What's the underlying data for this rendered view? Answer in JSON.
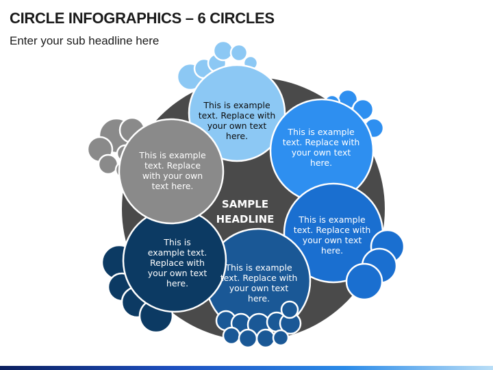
{
  "header": {
    "title": "CIRCLE INFOGRAPHICS – 6 CIRCLES",
    "subtitle": "Enter your sub headline here"
  },
  "center": {
    "label": "SAMPLE\nHEADLINE",
    "color": "#4a4a4a"
  },
  "circles": [
    {
      "id": "top",
      "color": "#8cc8f4",
      "text": "This is example\ntext. Replace with\nyour own text\nhere."
    },
    {
      "id": "upper-right",
      "color": "#2e8ff0",
      "text": "This is example\ntext. Replace with\nyour own text\nhere."
    },
    {
      "id": "lower-right",
      "color": "#1a6fd0",
      "text": "This is example\ntext. Replace with\nyour own text\nhere."
    },
    {
      "id": "bottom",
      "color": "#1a5896",
      "text": "This is example\ntext. Replace with\nyour own text\nhere."
    },
    {
      "id": "lower-left",
      "color": "#0c3a63",
      "text": "This is\nexample text.\nReplace with\nyour own text\nhere."
    },
    {
      "id": "upper-left",
      "color": "#8a8a8a",
      "text": "This is example\ntext. Replace\nwith your own\ntext here."
    }
  ]
}
